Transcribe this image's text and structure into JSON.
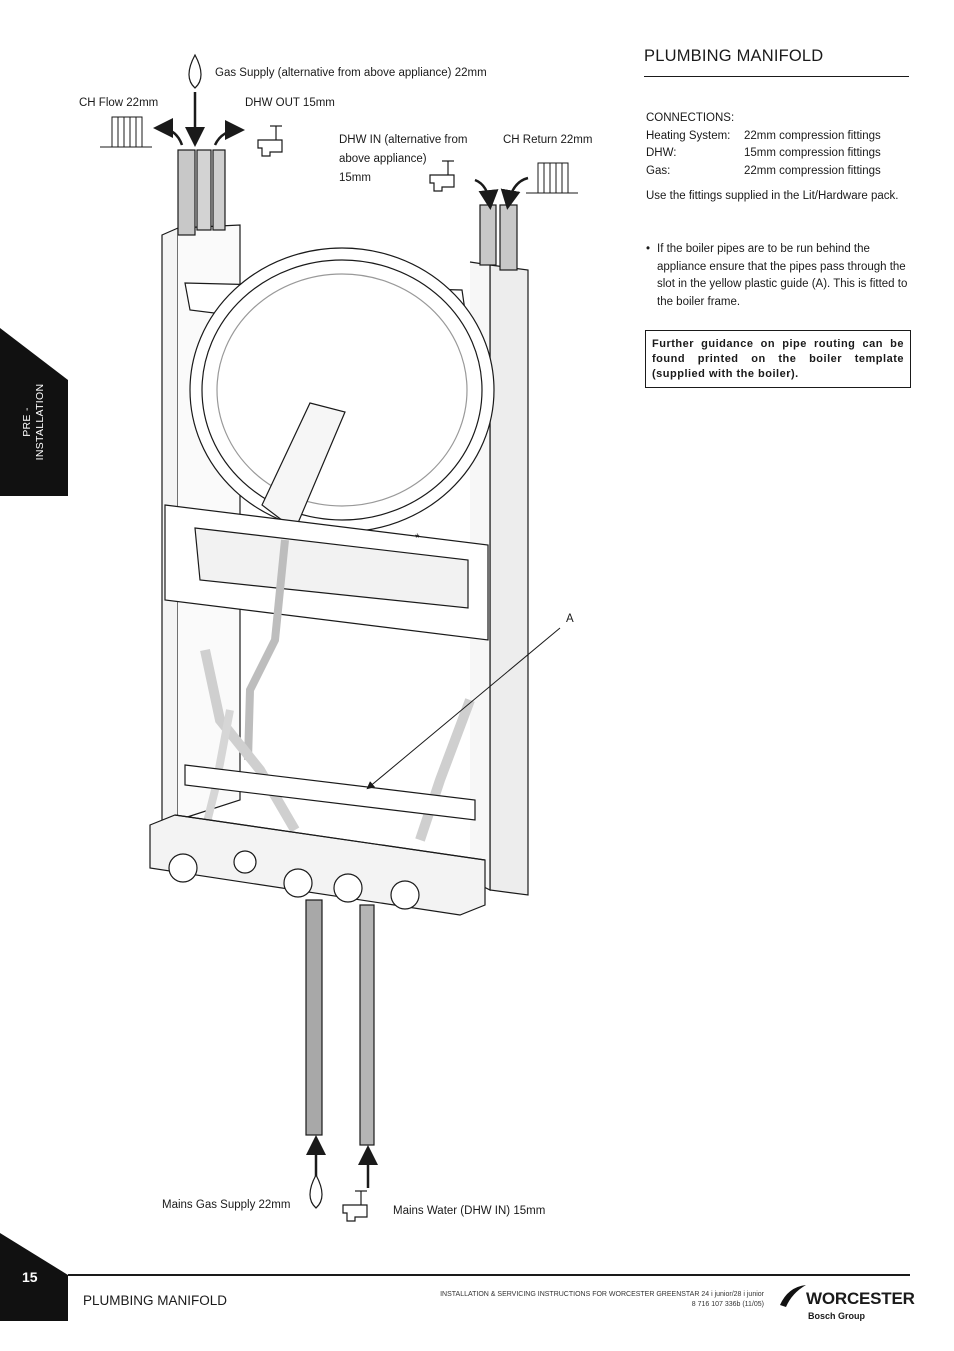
{
  "page": {
    "title": "PLUMBING MANIFOLD",
    "side_tab_line1": "PRE -",
    "side_tab_line2": "INSTALLATION",
    "page_number": "15"
  },
  "connections": {
    "heading": "CONNECTIONS:",
    "rows": [
      {
        "label": "Heating System:",
        "value": "22mm compression fittings"
      },
      {
        "label": "DHW:",
        "value": "15mm compression fittings"
      },
      {
        "label": "Gas:",
        "value": "22mm compression fittings"
      }
    ],
    "fittings_note": "Use the fittings supplied in the Lit/Hardware pack.",
    "bullet": "If the boiler pipes are to be run behind the appliance ensure that the pipes pass through the slot in the yellow plastic guide (A). This is fitted to the boiler frame.",
    "guidance": "Further guidance on pipe routing can be found printed on the boiler template (supplied with the boiler)."
  },
  "diagram": {
    "gas_supply_top": "Gas Supply (alternative from above appliance) 22mm",
    "ch_flow": "CH Flow 22mm",
    "dhw_out": "DHW OUT 15mm",
    "dhw_in_line1": "DHW IN (alternative from",
    "dhw_in_line2": "above appliance)",
    "dhw_in_line3": "15mm",
    "ch_return": "CH Return 22mm",
    "label_a": "A",
    "asterisk": "*",
    "mains_gas": "Mains Gas Supply 22mm",
    "mains_water": "Mains Water (DHW IN) 15mm"
  },
  "footer": {
    "section_title": "PLUMBING MANIFOLD",
    "doc_line1": "INSTALLATION & SERVICING INSTRUCTIONS FOR WORCESTER GREENSTAR 24 i junior/28 i junior",
    "doc_line2": "8 716 107 336b (11/05)",
    "logo": "WORCESTER",
    "logo_sub": "Bosch Group"
  },
  "colors": {
    "ink": "#1a1a1a",
    "tab": "#111111",
    "pipe": "#9a9a9a"
  }
}
